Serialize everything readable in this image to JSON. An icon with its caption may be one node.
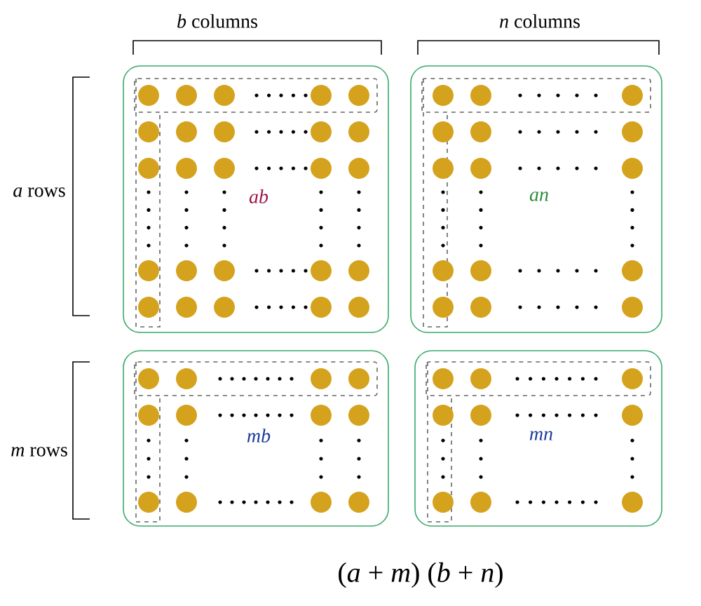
{
  "diagram": {
    "nodes": [
      {
        "text": [
          "*ab*"
        ]
      },
      {
        "text": [
          "*an*"
        ]
      },
      {
        "text": [
          "*mb*"
        ]
      },
      {
        "text": [
          "*mn*"
        ]
      }
    ],
    "labels": [
      "*b* columns",
      "*n* columns",
      "*a* rows",
      "*m* rows",
      "(*a* + *m*) (*b* + *n*)"
    ]
  }
}
